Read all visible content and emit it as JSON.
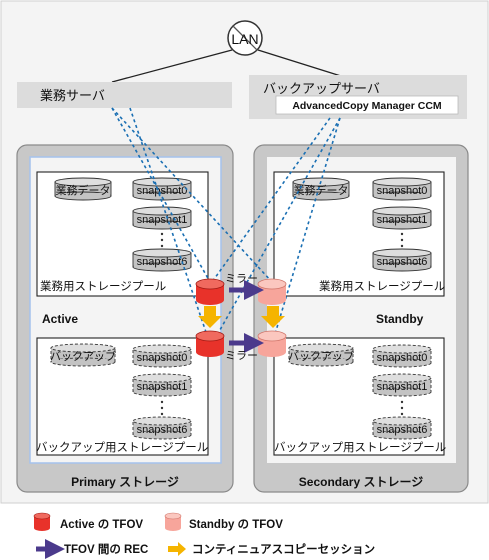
{
  "lan": {
    "label": "LAN"
  },
  "servers": {
    "business": {
      "label": "業務サーバ"
    },
    "backup": {
      "label": "バックアップサーバ",
      "software": "AdvancedCopy Manager CCM"
    }
  },
  "storage": {
    "primary": {
      "label": "Primary ストレージ",
      "state": "Active",
      "business_pool": {
        "label": "業務用ストレージプール",
        "volume": "業務データ",
        "snapshots": [
          "snapshot0",
          "snapshot1",
          "snapshot6"
        ]
      },
      "backup_pool": {
        "label": "バックアップ用ストレージプール",
        "volume": "バックアップ",
        "snapshots": [
          "snapshot0",
          "snapshot1",
          "snapshot6"
        ]
      }
    },
    "secondary": {
      "label": "Secondary ストレージ",
      "state": "Standby",
      "business_pool": {
        "label": "業務用ストレージプール",
        "volume": "業務データ",
        "snapshots": [
          "snapshot0",
          "snapshot1",
          "snapshot6"
        ]
      },
      "backup_pool": {
        "label": "バックアップ用ストレージプール",
        "volume": "バックアップ",
        "snapshots": [
          "snapshot0",
          "snapshot1",
          "snapshot6"
        ]
      }
    }
  },
  "mirror_label": "ミラー",
  "legend": {
    "active_tfov": "Active の TFOV",
    "standby_tfov": "Standby の TFOV",
    "rec": "TFOV 間の REC",
    "continuous_copy": "コンティニュアスコピーセッション"
  },
  "colors": {
    "active_tfov": "#e8322a",
    "standby_tfov": "#f7a59b",
    "rec_arrow": "#4b3a8c",
    "copy_arrow": "#f5b400",
    "lan_line": "#1a6fb3"
  }
}
